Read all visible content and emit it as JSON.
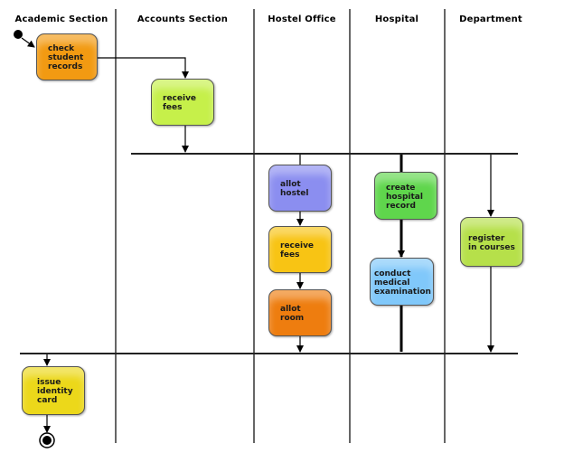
{
  "lanes": [
    {
      "title": "Academic Section"
    },
    {
      "title": "Accounts Section"
    },
    {
      "title": "Hostel Office"
    },
    {
      "title": "Hospital"
    },
    {
      "title": "Department"
    }
  ],
  "activities": {
    "check_records": {
      "label": "check\nstudent\nrecords",
      "color": "#f29a12"
    },
    "receive_fees_accounts": {
      "label": "receive\nfees",
      "color": "#c6f04a"
    },
    "allot_hostel": {
      "label": "allot\nhostel",
      "color": "#8b8ef0"
    },
    "receive_fees_hostel": {
      "label": "receive\nfees",
      "color": "#f8c414"
    },
    "allot_room": {
      "label": "allot\nroom",
      "color": "#ee7d0f"
    },
    "create_hospital_record": {
      "label": "create\nhospital\nrecord",
      "color": "#5fd64c"
    },
    "conduct_medical_exam": {
      "label": "conduct\nmedical\nexamination",
      "color": "#80c8fa"
    },
    "register_courses": {
      "label": "register\nin courses",
      "color": "#b6e04a"
    },
    "issue_identity_card": {
      "label": "issue\nidentity\ncard",
      "color": "#ecd81a"
    }
  }
}
